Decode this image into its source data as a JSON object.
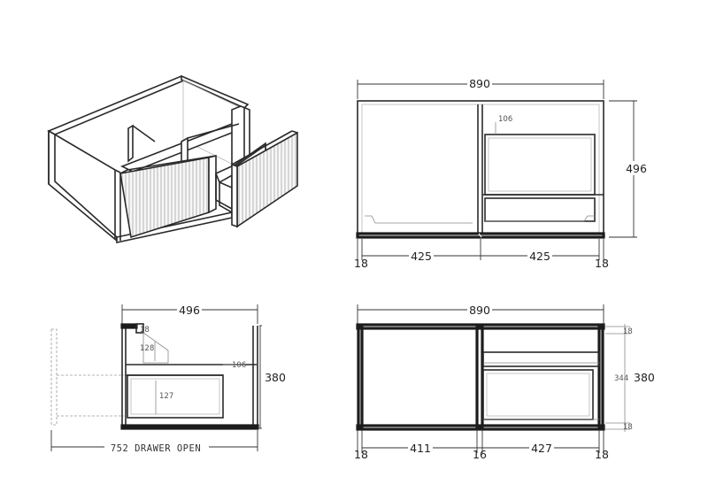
{
  "iso": {},
  "front": {
    "width": "890",
    "height": "496",
    "inner": "106",
    "left_end": "18",
    "left_door": "425",
    "right_door": "425",
    "right_end": "18"
  },
  "side": {
    "depth": "496",
    "height": "380",
    "top_small": "18",
    "upper": "128",
    "lower": "127",
    "drawer_gap": "106",
    "drawer_open": "752 DRAWER OPEN"
  },
  "plan": {
    "width": "890",
    "left_end": "18",
    "left_bay": "411",
    "divider": "16",
    "right_bay": "427",
    "right_end": "18",
    "top_gap": "18",
    "inner_h": "344",
    "bottom_gap": "18",
    "height": "380"
  }
}
